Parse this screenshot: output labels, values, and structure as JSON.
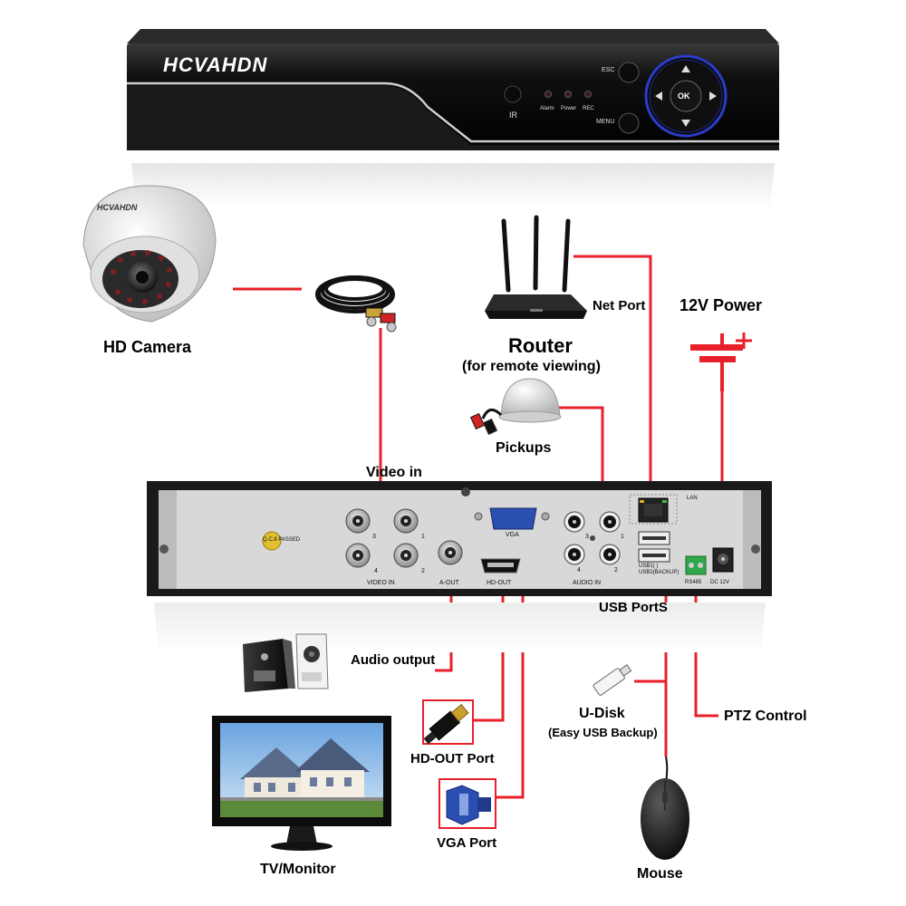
{
  "brand": {
    "name": "HCVAHDN",
    "camera_brand": "HCVAHDN"
  },
  "front_panel": {
    "ir_label": "IR",
    "leds": [
      "Alarm",
      "Power",
      "REC"
    ],
    "esc_label": "ESC",
    "menu_label": "MENU",
    "ok_label": "OK"
  },
  "rear_panel": {
    "video_in_numbers": [
      "3",
      "1",
      "4",
      "2"
    ],
    "video_in_label": "VIDEO IN",
    "a_out_label": "A-OUT",
    "hd_out_label": "HD-OUT",
    "vga_label": "VGA",
    "audio_in_numbers": [
      "3",
      "1",
      "4",
      "2"
    ],
    "audio_in_label": "AUDIO IN",
    "lan_label": "LAN",
    "usb1_label": "USB1( )",
    "usb2_label": "USB2(BACKUP)",
    "rs485_label": "RS485",
    "dc_label": "DC 12V",
    "qc_label": "Q.C.8 PASSED"
  },
  "labels": {
    "hd_camera": "HD Camera",
    "router": "Router",
    "router_sub": "(for remote viewing)",
    "net_port": "Net Port",
    "power": "12V Power",
    "pickups": "Pickups",
    "video_in": "Video in",
    "usb_ports": "USB PortS",
    "audio_output": "Audio output",
    "u_disk": "U-Disk",
    "u_disk_sub": "(Easy USB Backup)",
    "ptz_control": "PTZ Control",
    "hd_out_port": "HD-OUT Port",
    "vga_port": "VGA Port",
    "tv_monitor": "TV/Monitor",
    "mouse": "Mouse"
  },
  "colors": {
    "connector_line": "#e8202a",
    "dvr_body": "#1a1a1a",
    "rear_panel": "#d9d9d9",
    "nav_ring": "#2a3cc8"
  }
}
